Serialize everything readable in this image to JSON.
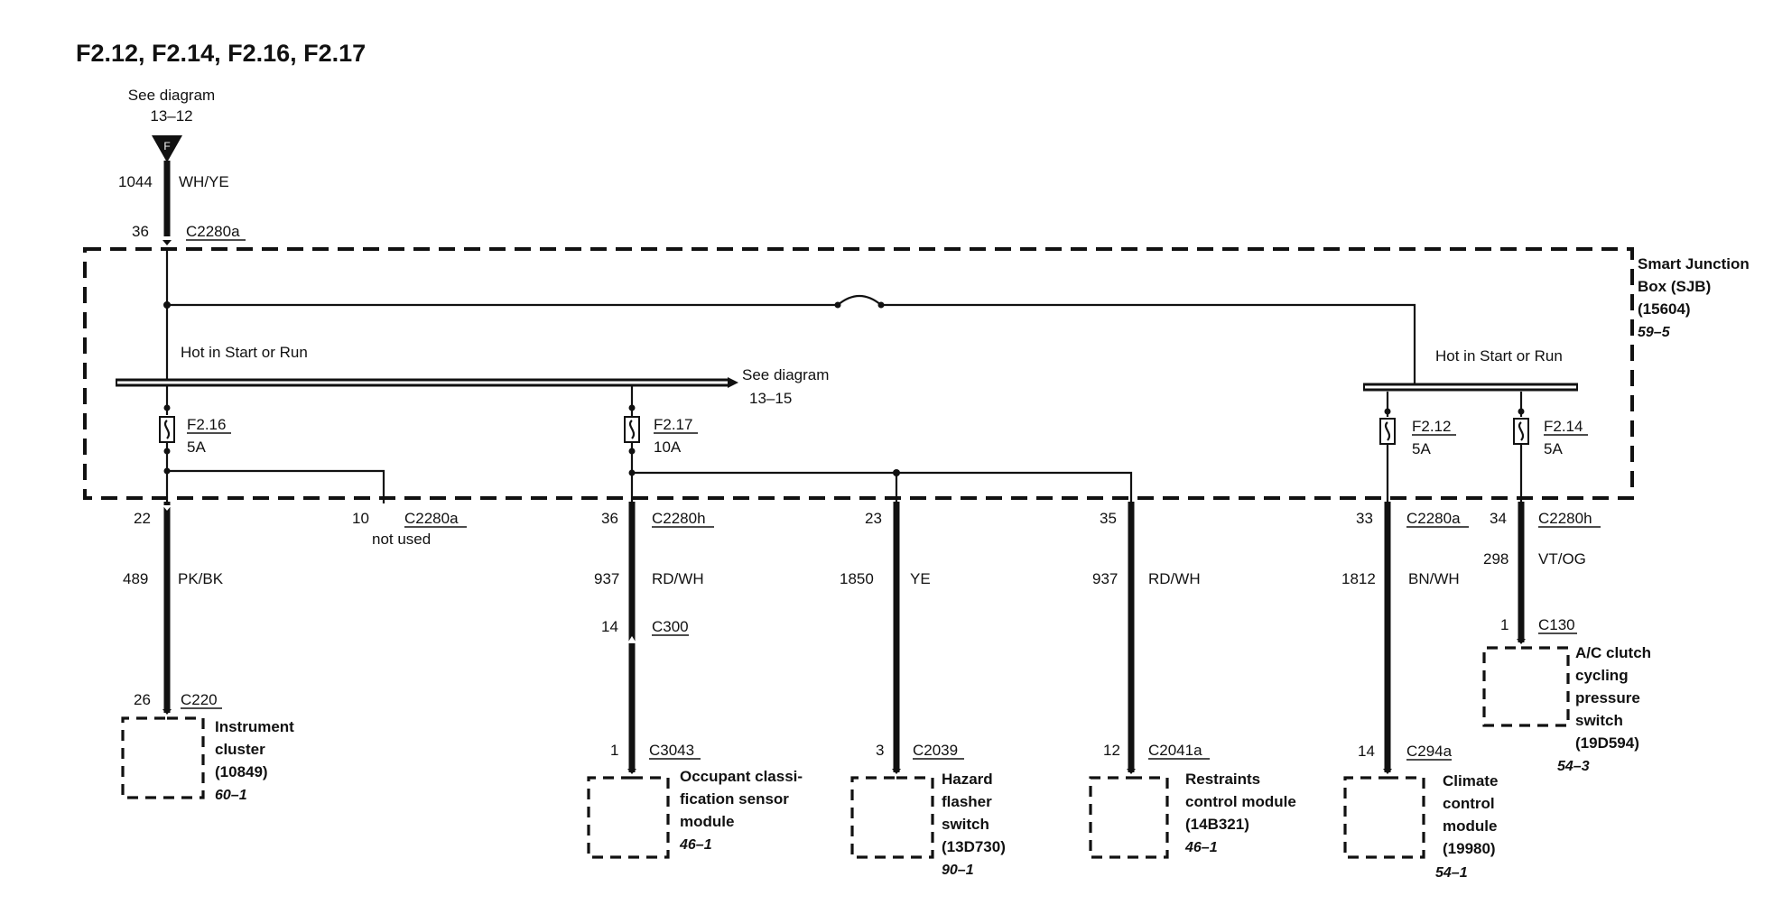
{
  "title": "F2.12, F2.14, F2.16, F2.17",
  "feed": {
    "see_diagram": "See diagram",
    "see_diagram_ref": "13–12",
    "connector_letter": "F",
    "circuit": "1044",
    "color": "WH/YE",
    "pin": "36",
    "connector": "C2280a"
  },
  "sjb": {
    "name_line1": "Smart Junction",
    "name_line2": "Box (SJB)",
    "part": "(15604)",
    "ref": "59–5",
    "bus_left_label": "Hot in Start or Run",
    "bus_right_label": "Hot in Start or Run",
    "see_diagram": "See diagram",
    "see_diagram_ref": "13–15"
  },
  "fuses": [
    {
      "id": "F2.16",
      "rating": "5A"
    },
    {
      "id": "F2.17",
      "rating": "10A"
    },
    {
      "id": "F2.12",
      "rating": "5A"
    },
    {
      "id": "F2.14",
      "rating": "5A"
    }
  ],
  "circuits": {
    "instrument": {
      "pin": "22",
      "circuit": "489",
      "color": "PK/BK",
      "end_pin": "26",
      "end_connector": "C220",
      "unused_pin": "10",
      "unused_connector": "C2280a",
      "unused_note": "not used"
    },
    "occupant": {
      "pin": "36",
      "connector": "C2280h",
      "circuit": "937",
      "color": "RD/WH",
      "inline_pin": "14",
      "inline_connector": "C300",
      "end_pin": "1",
      "end_connector": "C3043"
    },
    "hazard": {
      "pin": "23",
      "circuit": "1850",
      "color": "YE",
      "end_pin": "3",
      "end_connector": "C2039"
    },
    "restraints": {
      "pin": "35",
      "circuit": "937",
      "color": "RD/WH",
      "end_pin": "12",
      "end_connector": "C2041a"
    },
    "climate": {
      "pin": "33",
      "connector": "C2280a",
      "circuit": "1812",
      "color": "BN/WH",
      "end_pin": "14",
      "end_connector": "C294a"
    },
    "ac": {
      "pin": "34",
      "connector": "C2280h",
      "circuit": "298",
      "color": "VT/OG",
      "end_pin": "1",
      "end_connector": "C130"
    }
  },
  "components": {
    "instrument": {
      "lines": [
        "Instrument",
        "cluster",
        "(10849)"
      ],
      "ref": "60–1"
    },
    "occupant": {
      "lines": [
        "Occupant classi-",
        "fication sensor",
        "module"
      ],
      "ref": "46–1"
    },
    "hazard": {
      "lines": [
        "Hazard",
        "flasher",
        "switch",
        "(13D730)"
      ],
      "ref": "90–1"
    },
    "restraints": {
      "lines": [
        "Restraints",
        "control module",
        "(14B321)"
      ],
      "ref": "46–1"
    },
    "climate": {
      "lines": [
        "Climate",
        "control",
        "module",
        "(19980)"
      ],
      "ref": "54–1"
    },
    "ac": {
      "lines": [
        "A/C clutch",
        "cycling",
        "pressure",
        "switch",
        "(19D594)"
      ],
      "ref": "54–3"
    }
  }
}
